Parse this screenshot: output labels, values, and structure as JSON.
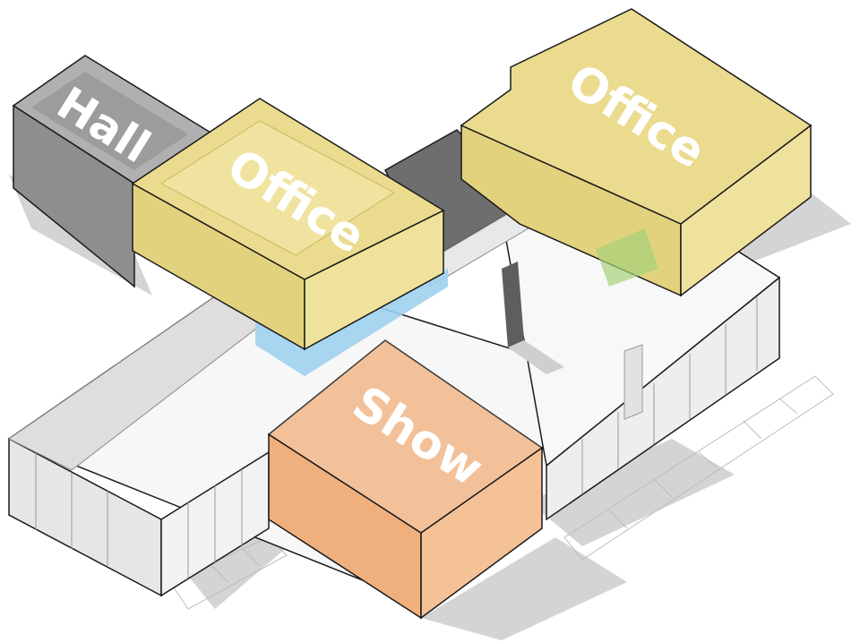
{
  "labels": {
    "hall": "Hall",
    "office_center": "Office",
    "office_right": "Office",
    "show": "Show"
  },
  "colors": {
    "hall": "#9a9a9a",
    "office": "#eadb8e",
    "show": "#f2b88a",
    "glass": "#9fd0ee",
    "shell": "#f0f0f0",
    "shadow": "#cfcfcf",
    "outline": "#1a1a1a"
  }
}
